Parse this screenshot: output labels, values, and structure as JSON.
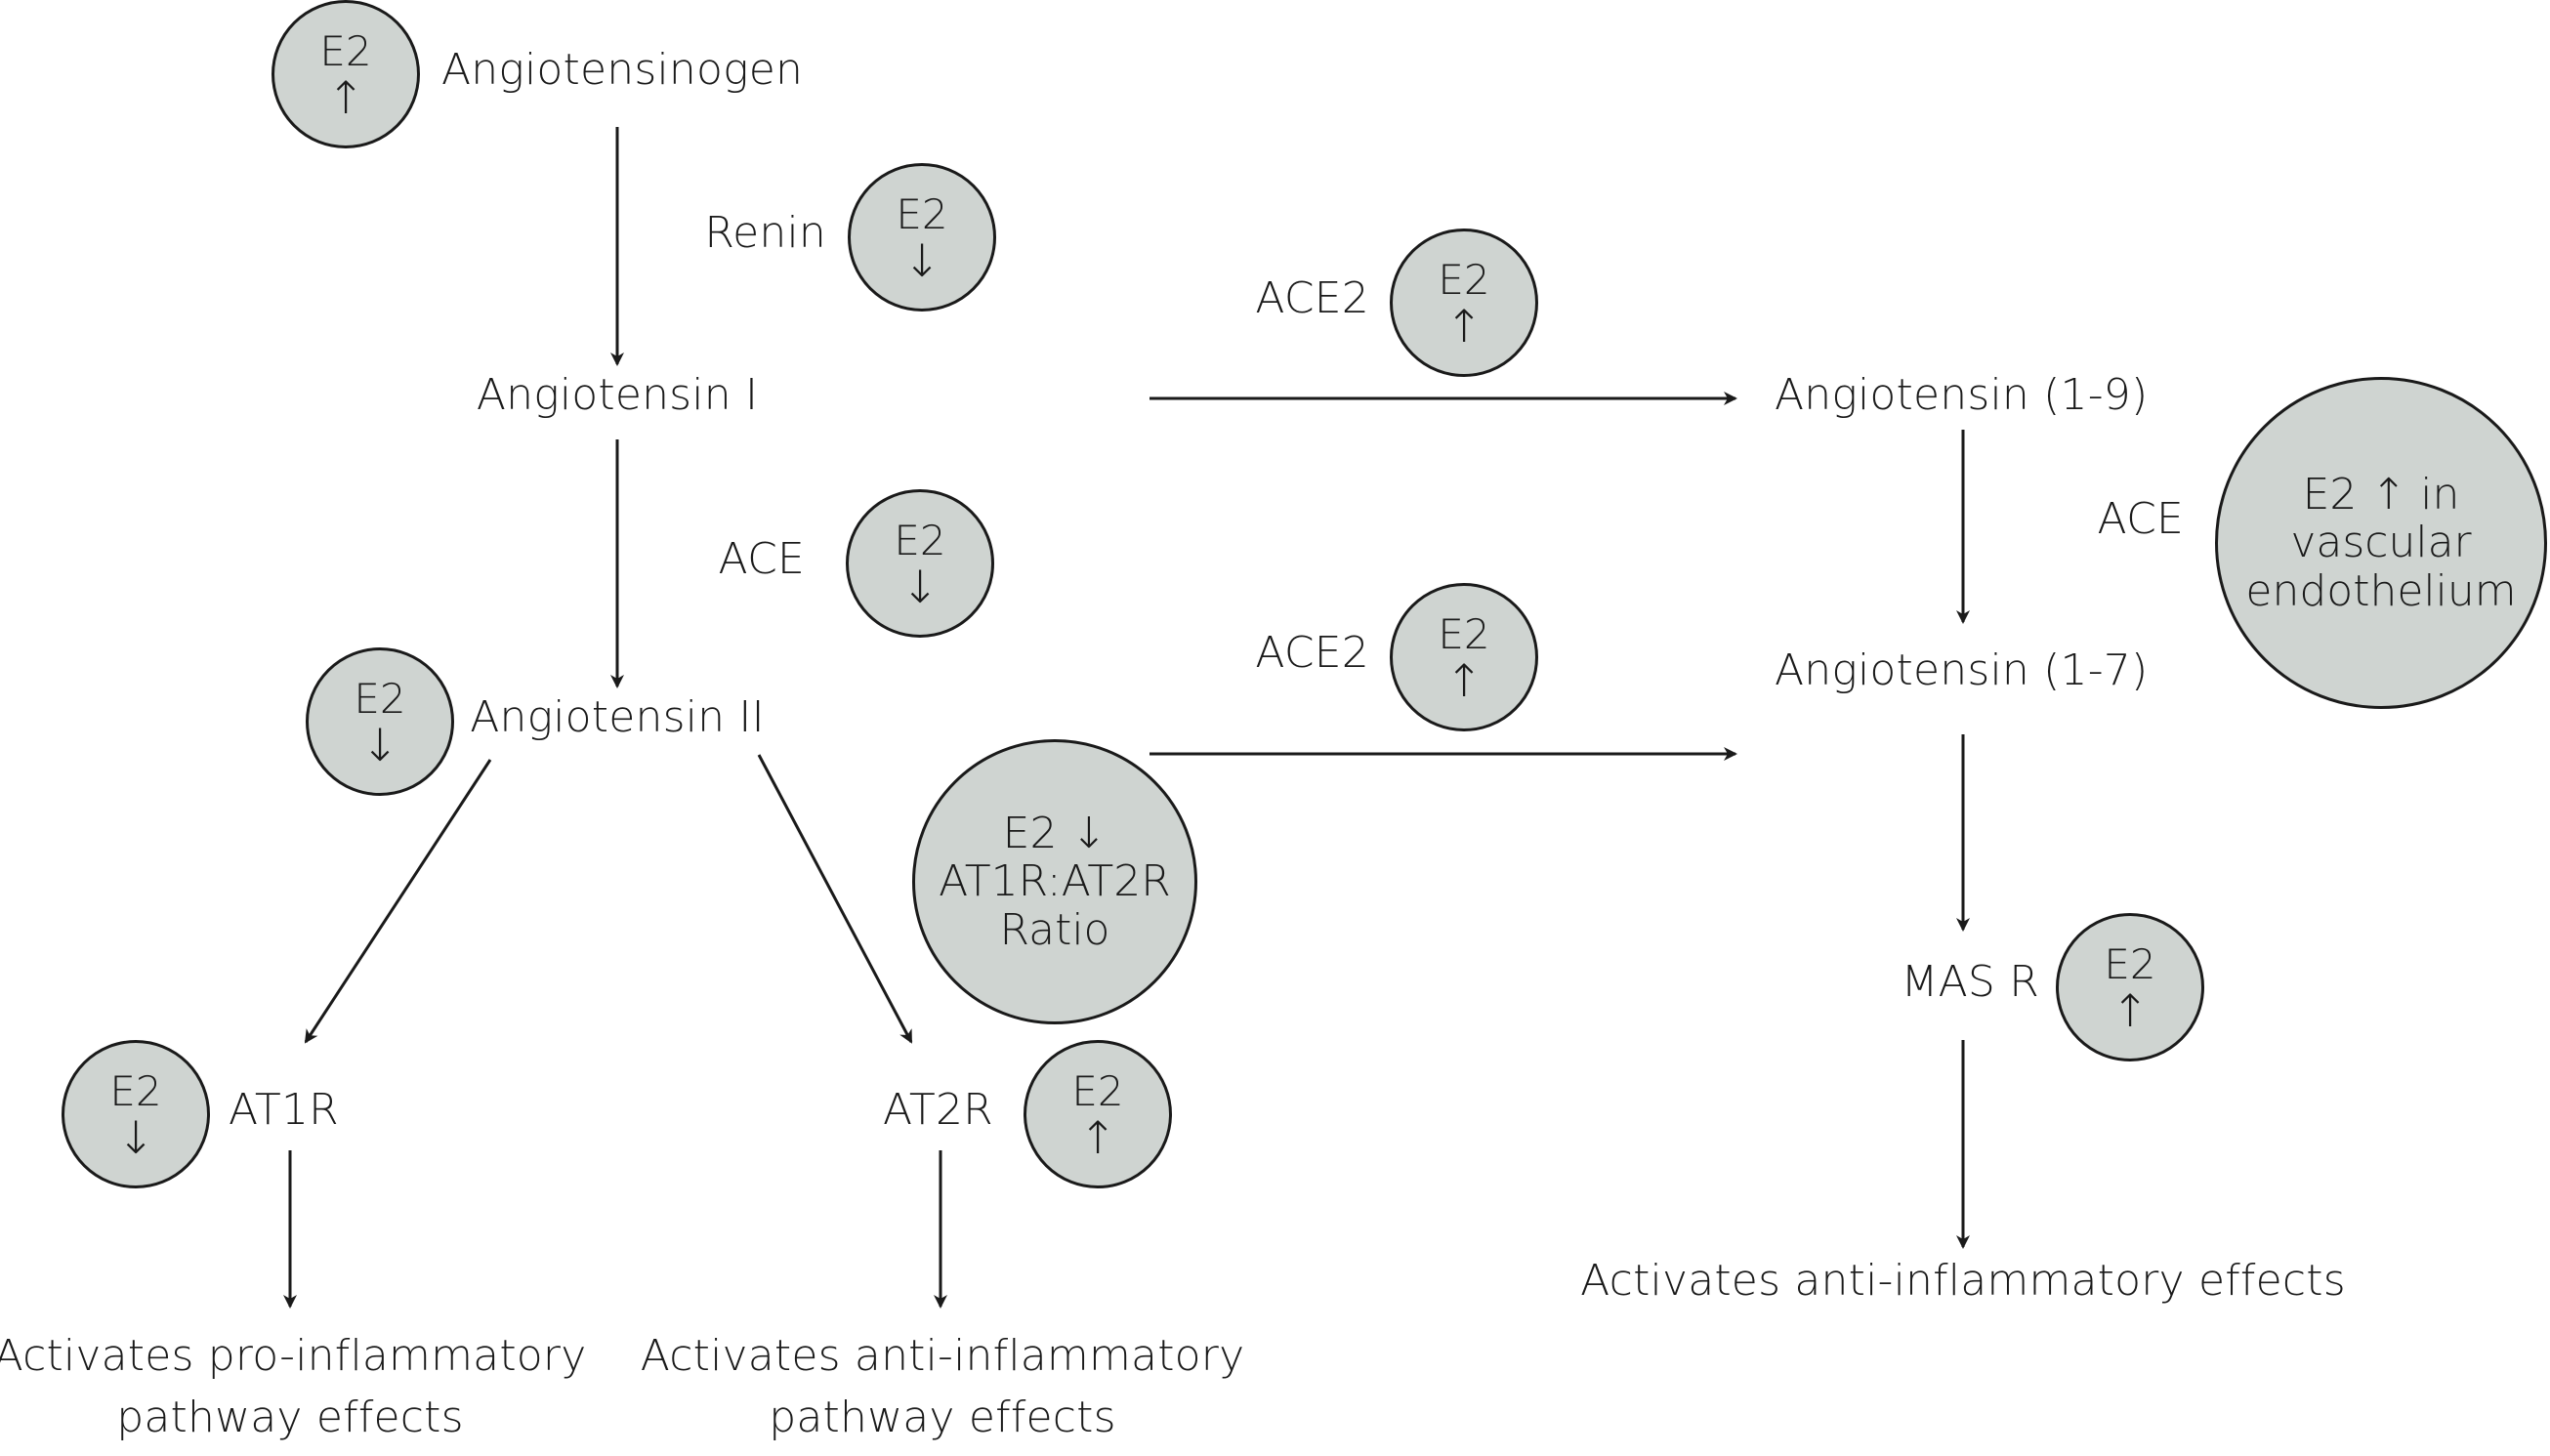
{
  "nodes": {
    "angiotensinogen": "Angiotensinogen",
    "renin": "Renin",
    "angiotensin_i": "Angiotensin I",
    "ace_left": "ACE",
    "angiotensin_ii": "Angiotensin II",
    "at1r": "AT1R",
    "at2r": "AT2R",
    "ace2_top": "ACE2",
    "ace2_bottom": "ACE2",
    "angiotensin_1_9": "Angiotensin (1-9)",
    "ace_right": "ACE",
    "angiotensin_1_7": "Angiotensin (1-7)",
    "mas_r": "MAS R"
  },
  "effects": {
    "pro_inflammatory_line1": "Activates pro-inflammatory",
    "pro_inflammatory_line2": "pathway effects",
    "anti_inflammatory_line1": "Activates anti-inflammatory",
    "anti_inflammatory_line2": "pathway effects",
    "anti_inflammatory_right": "Activates anti-inflammatory effects"
  },
  "badges": {
    "angiotensinogen": {
      "line1": "E2",
      "arrow": "↑"
    },
    "renin": {
      "line1": "E2",
      "arrow": "↓"
    },
    "ace_left": {
      "line1": "E2",
      "arrow": "↓"
    },
    "angiotensin_ii": {
      "line1": "E2",
      "arrow": "↓"
    },
    "at1r": {
      "line1": "E2",
      "arrow": "↓"
    },
    "at2r": {
      "line1": "E2",
      "arrow": "↑"
    },
    "ace2_top": {
      "line1": "E2",
      "arrow": "↑"
    },
    "ace2_bottom": {
      "line1": "E2",
      "arrow": "↑"
    },
    "mas_r": {
      "line1": "E2",
      "arrow": "↑"
    },
    "ratio": {
      "line1": "E2 ↓",
      "line2": "AT1R:AT2R",
      "line3": "Ratio"
    },
    "endothelium": {
      "line1": "E2 ↑ in",
      "line2": "vascular",
      "line3": "endothelium"
    }
  },
  "colors": {
    "badge_fill": "#cfd4d1",
    "stroke": "#1a1a1a"
  }
}
